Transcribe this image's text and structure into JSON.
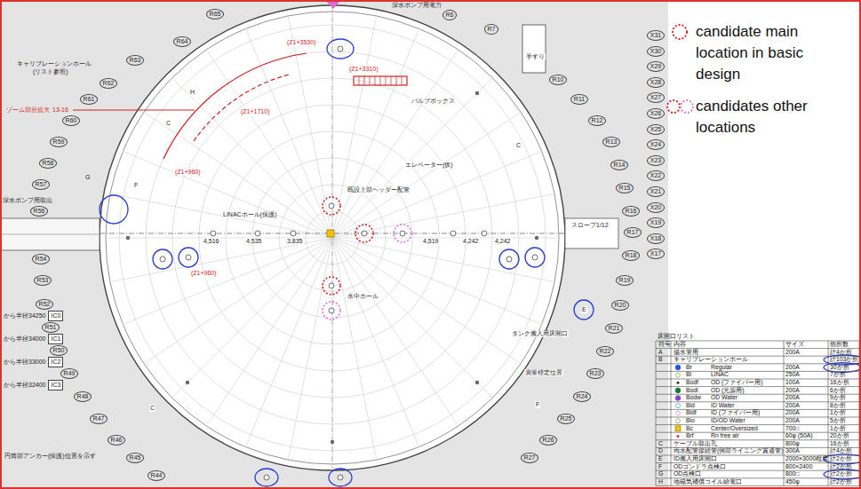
{
  "diagram": {
    "nodes": [
      {
        "text": [
          "R65"
        ]
      },
      {
        "text": [
          "R64"
        ]
      },
      {
        "text": [
          "R63"
        ]
      },
      {
        "text": [
          "R62"
        ]
      },
      {
        "text": [
          "R61"
        ]
      },
      {
        "text": [
          "R60"
        ]
      },
      {
        "text": [
          "R59"
        ]
      },
      {
        "text": [
          "R58"
        ]
      },
      {
        "text": [
          "R57"
        ]
      },
      {
        "text": [
          "R56"
        ]
      },
      {
        "text": [
          "R54"
        ]
      },
      {
        "text": [
          "R53"
        ]
      },
      {
        "text": [
          "R52"
        ]
      },
      {
        "text": [
          "R51"
        ]
      },
      {
        "text": [
          "R50"
        ]
      },
      {
        "text": [
          "R49"
        ]
      },
      {
        "text": [
          "R48"
        ]
      },
      {
        "text": [
          "R47"
        ]
      },
      {
        "text": [
          "R46"
        ]
      },
      {
        "text": [
          "R45"
        ]
      },
      {
        "text": [
          "R44"
        ]
      },
      {
        "text": [
          "R6"
        ]
      },
      {
        "text": [
          "R7"
        ]
      },
      {
        "text": [
          "R10"
        ]
      },
      {
        "text": [
          "R11"
        ]
      },
      {
        "text": [
          "R12"
        ]
      },
      {
        "text": [
          "R13"
        ]
      },
      {
        "text": [
          "R14"
        ]
      },
      {
        "text": [
          "R15"
        ]
      },
      {
        "text": [
          "R16"
        ]
      },
      {
        "text": [
          "R17"
        ]
      },
      {
        "text": [
          "R18"
        ]
      },
      {
        "text": [
          "R19"
        ]
      },
      {
        "text": [
          "R20"
        ]
      },
      {
        "text": [
          "R21"
        ]
      },
      {
        "text": [
          "R22"
        ]
      },
      {
        "text": [
          "R23"
        ]
      },
      {
        "text": [
          "R24"
        ]
      },
      {
        "text": [
          "R25"
        ]
      },
      {
        "text": [
          "R26"
        ]
      },
      {
        "text": [
          "R27"
        ]
      },
      {
        "text": [
          "X31"
        ]
      },
      {
        "text": [
          "X30"
        ]
      },
      {
        "text": [
          "X29"
        ]
      },
      {
        "text": [
          "X28"
        ]
      },
      {
        "text": [
          "X27"
        ]
      },
      {
        "text": [
          "X26"
        ]
      },
      {
        "text": [
          "X25"
        ]
      },
      {
        "text": [
          "X24"
        ]
      },
      {
        "text": [
          "X23"
        ]
      },
      {
        "text": [
          "X22"
        ]
      },
      {
        "text": [
          "X21"
        ]
      },
      {
        "text": [
          "X20"
        ]
      },
      {
        "text": [
          "X19"
        ]
      },
      {
        "text": [
          "X18"
        ]
      },
      {
        "text": [
          "X17"
        ]
      },
      {
        "text": [
          "IC0"
        ]
      },
      {
        "text": [
          "IC1"
        ]
      },
      {
        "text": [
          "IC2"
        ]
      },
      {
        "text": [
          "IC3"
        ]
      }
    ],
    "labels": [
      "キャリブレーションホール",
      "(リスト参照)",
      "ゾーム部分拡大",
      "13-16",
      "深水ポンプ用取出",
      "深水ポンプ用電力",
      "手すり",
      "円筒部アンカー(保護)位置を示す",
      "スロープ1/12",
      "LINACホール(保護)",
      "水中ホール",
      "バルブボックス",
      "エレベーター(仮)",
      "既設上部ヘッダー配管",
      "(Z1+3530)",
      "(Z1+3310)",
      "(Z1+1710)",
      "(Z1+960)",
      "(Z1+960)",
      "4,516",
      "4,535",
      "3,835",
      "4,519",
      "4,242",
      "4,242",
      "タンク搬入用床開口",
      "測量標定位置",
      "H",
      "C",
      "G",
      "F",
      "C",
      "E",
      "F",
      "C",
      "床開口リスト",
      "符号",
      "内容",
      "サイズ",
      "個所数",
      "A",
      "揚水管用",
      "200A",
      "計4か所",
      "B",
      "キャリブレーションホール",
      "計103か所",
      "Br",
      "Regular",
      "200A",
      "30か所",
      "Bl",
      "LINAC",
      "250A",
      "7か所",
      "Bodf",
      "OD (ファイバー用)",
      "100A",
      "16か所",
      "Bodl",
      "OD (光源用)",
      "200A",
      "6か所",
      "Bodw",
      "OD Water",
      "200A",
      "9か所",
      "Bid",
      "ID Water",
      "200A",
      "8か所",
      "Bidf",
      "ID (ファイバー用)",
      "200A",
      "1か所",
      "Bio",
      "ID/OD Water",
      "200A",
      "5か所",
      "Bc",
      "Center/Oversized",
      "700□",
      "1か所",
      "Brf",
      "Rn free air",
      "60φ (50A)",
      "20か所",
      "C",
      "ケーブル取出孔",
      "800φ",
      "16か所",
      "D",
      "両水配管接続管(側部ライニング貫通管)",
      "300A",
      "計4か所",
      "E",
      "ID搬入用床開口",
      "2000×3000程度",
      "計2か所",
      "F",
      "ODゴンドラ点検口",
      "800×2400",
      "計2か所",
      "G",
      "OD点検口",
      "800□",
      "計2か所",
      "H",
      "地磁気補償コイル給電口",
      "450φ",
      "計2か所",
      "から半径34250",
      "から半径34000",
      "から半径33000",
      "から半径32400"
    ],
    "legend": [
      {
        "text": "candidate main location in basic design"
      },
      {
        "text": "candidates other locations"
      }
    ]
  }
}
